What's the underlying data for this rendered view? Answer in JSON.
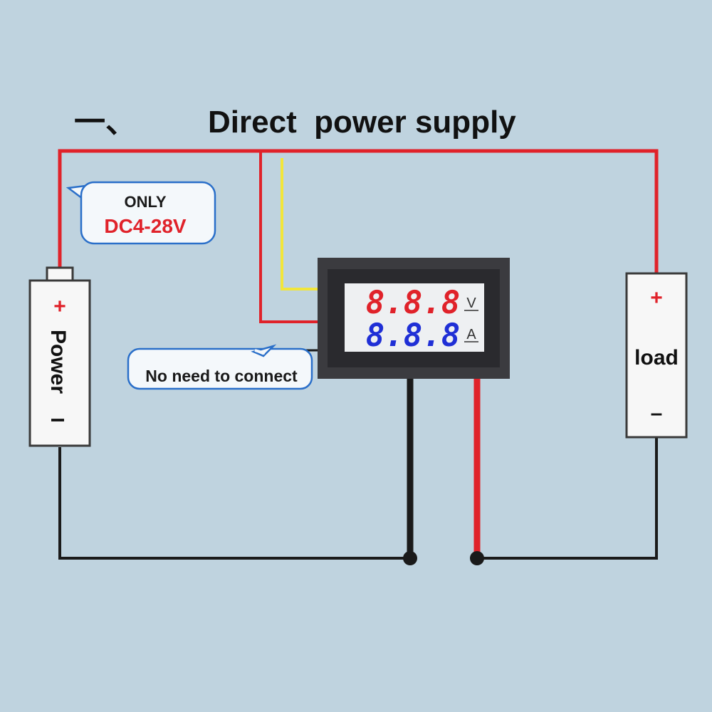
{
  "heading": {
    "number": "一、",
    "title": "Direct  power supply"
  },
  "power_source": {
    "label": "Power",
    "plus": "+",
    "minus": "I"
  },
  "load": {
    "label": "load",
    "plus": "+",
    "minus": "–"
  },
  "voltage_note": {
    "line1": "ONLY",
    "line2": "DC4-28V"
  },
  "unused_wire_note": "No need to connect",
  "meter": {
    "voltage_display": "8.8.8",
    "voltage_unit": "V",
    "current_display": "8.8.8",
    "current_unit": "A"
  },
  "colors": {
    "background": "#bfd3df",
    "positive_wire": "#e0222a",
    "negative_wire": "#1a1a1a",
    "signal_wire": "#f2e63a",
    "voltage_digits": "#e0222a",
    "current_digits": "#1f2fd6",
    "note_accent": "#e0222a",
    "bubble_fill": "#f4f8fb",
    "bubble_stroke": "#2a6fc9"
  }
}
